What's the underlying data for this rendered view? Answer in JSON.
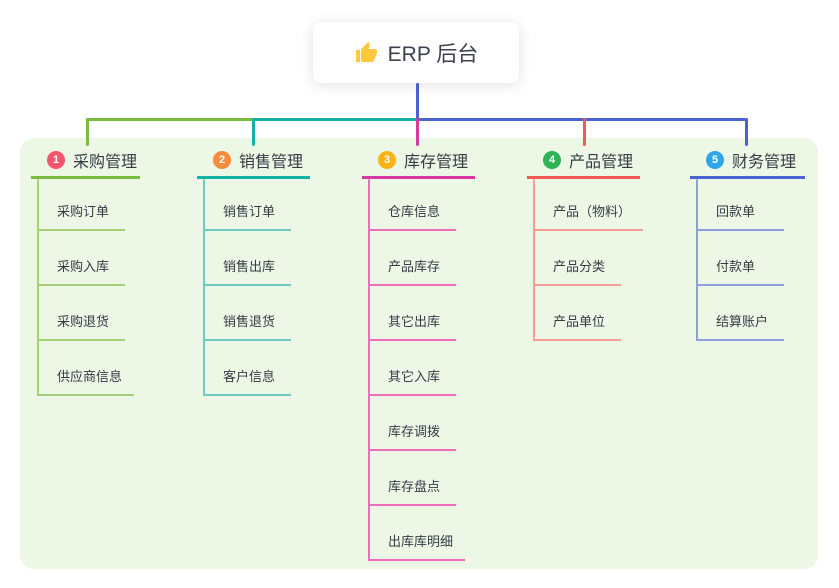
{
  "root": {
    "title": "ERP 后台",
    "icon": "thumbs-up-icon"
  },
  "colors": {
    "panel_bg": "#ECF7E6",
    "root_line": "#4A63D3",
    "text": "#363B44",
    "root_node_bg": "#FFFFFF",
    "badge_text": "#FFFFFF",
    "thumb": "#FFC83D"
  },
  "branches": [
    {
      "number": "1",
      "label": "采购管理",
      "badge_color": "#F4566E",
      "line_color": "#7ABB40",
      "child_line_color": "#A6D077",
      "children": [
        {
          "label": "采购订单"
        },
        {
          "label": "采购入库"
        },
        {
          "label": "采购退货"
        },
        {
          "label": "供应商信息"
        }
      ]
    },
    {
      "number": "2",
      "label": "销售管理",
      "badge_color": "#F98A3D",
      "line_color": "#14B1A5",
      "child_line_color": "#6FCBC2",
      "children": [
        {
          "label": "销售订单"
        },
        {
          "label": "销售出库"
        },
        {
          "label": "销售退货"
        },
        {
          "label": "客户信息"
        }
      ]
    },
    {
      "number": "3",
      "label": "库存管理",
      "badge_color": "#FCB315",
      "line_color": "#D8389F",
      "child_line_color": "#F06BB8",
      "children": [
        {
          "label": "仓库信息"
        },
        {
          "label": "产品库存"
        },
        {
          "label": "其它出库"
        },
        {
          "label": "其它入库"
        },
        {
          "label": "库存调拨"
        },
        {
          "label": "库存盘点"
        },
        {
          "label": "出库库明细"
        }
      ]
    },
    {
      "number": "4",
      "label": "产品管理",
      "badge_color": "#2EB454",
      "line_color": "#F05A57",
      "child_line_color": "#F59D97",
      "children": [
        {
          "label": "产品（物料）"
        },
        {
          "label": "产品分类"
        },
        {
          "label": "产品单位"
        }
      ]
    },
    {
      "number": "5",
      "label": "财务管理",
      "badge_color": "#30A4E8",
      "line_color": "#4A63D3",
      "child_line_color": "#8BA0DD",
      "children": [
        {
          "label": "回款单"
        },
        {
          "label": "付款单"
        },
        {
          "label": "结算账户"
        }
      ]
    }
  ]
}
